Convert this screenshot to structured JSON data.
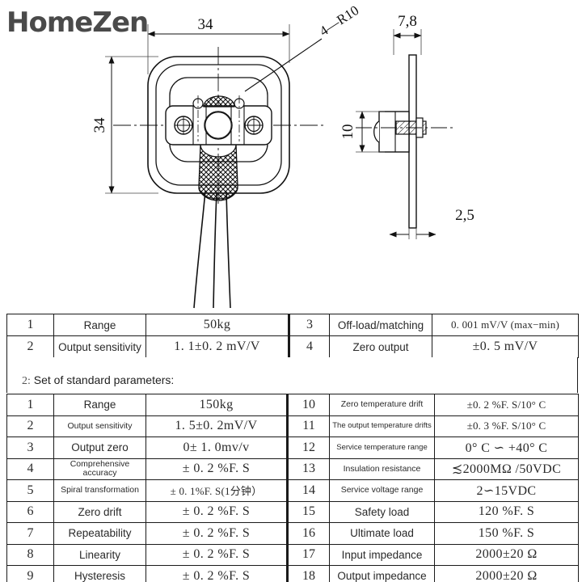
{
  "brand": {
    "name": "HomeZen"
  },
  "drawing": {
    "title": "load-cell-technical-drawing",
    "front_view": {
      "dim_width": "34",
      "dim_height": "34",
      "radius_note": "4—R10"
    },
    "side_view": {
      "dim_thickness": "7,8",
      "dim_hole_height": "10",
      "dim_plate_thickness": "2,5"
    }
  },
  "table_top": {
    "rows": [
      {
        "left_no": "1",
        "left_label": "Range",
        "left_value": "50kg",
        "right_no": "3",
        "right_label": "Off-load/matching",
        "right_value": "0. 001 mV/V (max−min)"
      },
      {
        "left_no": "2",
        "left_label": "Output sensitivity",
        "left_value": "1. 1±0. 2 mV/V",
        "right_no": "4",
        "right_label": "Zero output",
        "right_value": "±0. 5 mV/V"
      }
    ]
  },
  "caption": {
    "lead": "2:",
    "text": " Set of standard parameters:"
  },
  "table_main": {
    "rows": [
      {
        "left_no": "1",
        "left_label": "Range",
        "left_value": "150kg",
        "right_no": "10",
        "right_label": "Zero temperature drift",
        "right_value": "±0. 2 %F. S/10° C"
      },
      {
        "left_no": "2",
        "left_label": "Output sensitivity",
        "left_value": "1. 5±0. 2mV/V",
        "right_no": "11",
        "right_label": "The output temperature drifts",
        "right_value": "±0. 3 %F. S/10° C"
      },
      {
        "left_no": "3",
        "left_label": "Output zero",
        "left_value": "0± 1. 0mv/v",
        "right_no": "12",
        "right_label": "Service temperature range",
        "right_value": "0° C ∽ +40° C"
      },
      {
        "left_no": "4",
        "left_label": "Comprehensive accuracy",
        "left_value": "± 0. 2 %F. S",
        "right_no": "13",
        "right_label": "Insulation resistance",
        "right_value": "≾2000MΩ /50VDC"
      },
      {
        "left_no": "5",
        "left_label": "Spiral transformation",
        "left_value": "± 0. 1%F. S(1分钟）",
        "right_no": "14",
        "right_label": "Service voltage range",
        "right_value": "2∽15VDC"
      },
      {
        "left_no": "6",
        "left_label": "Zero drift",
        "left_value": "± 0. 2 %F. S",
        "right_no": "15",
        "right_label": "Safety load",
        "right_value": "120 %F. S"
      },
      {
        "left_no": "7",
        "left_label": "Repeatability",
        "left_value": "± 0. 2 %F. S",
        "right_no": "16",
        "right_label": "Ultimate load",
        "right_value": "150 %F. S"
      },
      {
        "left_no": "8",
        "left_label": "Linearity",
        "left_value": "± 0. 2 %F. S",
        "right_no": "17",
        "right_label": "Input impedance",
        "right_value": "2000±20 Ω"
      },
      {
        "left_no": "9",
        "left_label": "Hysteresis",
        "left_value": "± 0. 2 %F. S",
        "right_no": "18",
        "right_label": "Output impedance",
        "right_value": "2000±20 Ω"
      }
    ]
  },
  "colors": {
    "brand": "#4a4a4a",
    "line": "#1a1a1a",
    "text": "#2a2a2a"
  }
}
